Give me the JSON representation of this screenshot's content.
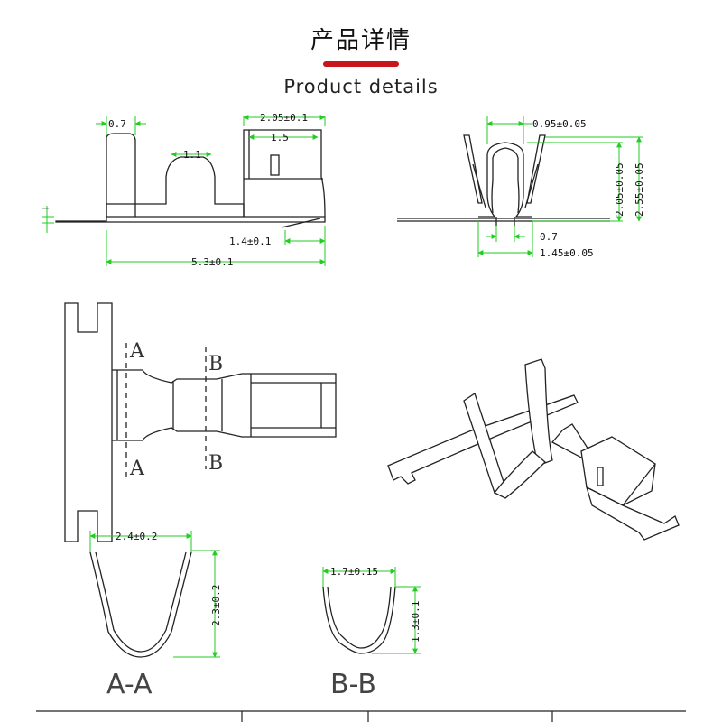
{
  "header": {
    "title_cn": "产品详情",
    "title_en": "Product details",
    "accent_color": "#c8161d"
  },
  "side_view": {
    "dims": {
      "d_07": "0.7",
      "d_205": "2.05±0.1",
      "d_15": "1.5",
      "d_11": "1.1",
      "d_t": "T",
      "d_14": "1.4±0.1",
      "d_53": "5.3±0.1"
    }
  },
  "end_view": {
    "dims": {
      "d_095": "0.95±0.05",
      "d_205": "2.05±0.05",
      "d_255": "2.55±0.05",
      "d_07": "0.7",
      "d_145": "1.45±0.05"
    }
  },
  "top_view": {
    "labels": {
      "a1": "A",
      "a2": "A",
      "b1": "B",
      "b2": "B"
    }
  },
  "sections": {
    "aa": {
      "width": "2.4±0.2",
      "height": "2.3±0.2",
      "label": "A-A"
    },
    "bb": {
      "width": "1.7±0.15",
      "height": "1.3±0.1",
      "label": "B-B"
    }
  },
  "colors": {
    "dimension": "#22cc22",
    "outline": "#222222"
  }
}
